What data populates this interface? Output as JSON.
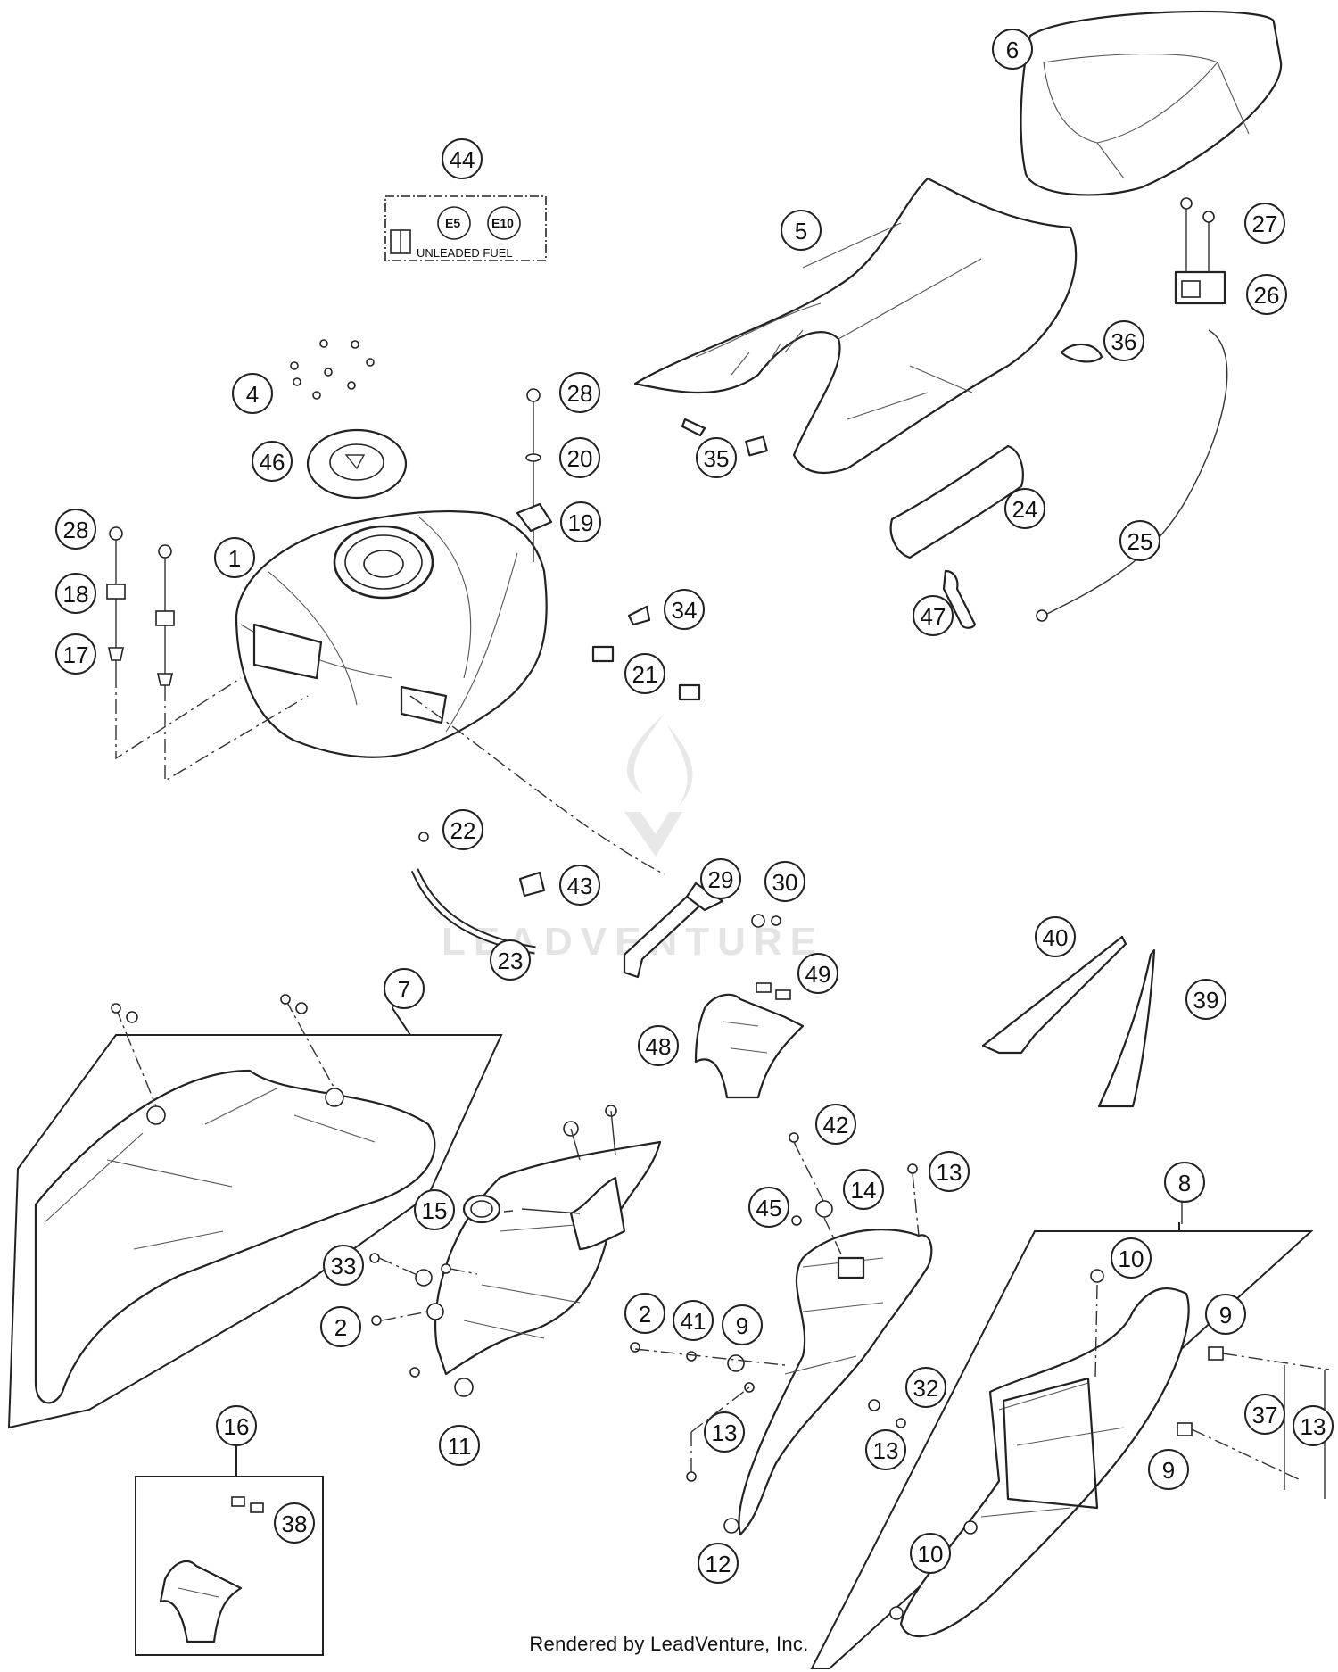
{
  "callouts": [
    "1",
    "2",
    "4",
    "5",
    "6",
    "7",
    "8",
    "9",
    "10",
    "11",
    "12",
    "13",
    "14",
    "15",
    "16",
    "17",
    "18",
    "19",
    "20",
    "21",
    "22",
    "23",
    "24",
    "25",
    "26",
    "27",
    "28",
    "29",
    "30",
    "32",
    "33",
    "34",
    "35",
    "36",
    "37",
    "38",
    "39",
    "40",
    "41",
    "42",
    "43",
    "44",
    "45",
    "46",
    "47",
    "48",
    "49"
  ],
  "fuel_label": {
    "badge_e5": "E5",
    "badge_e10": "E10",
    "text": "UNLEADED FUEL"
  },
  "watermark": {
    "brand": "LEADVENTURE"
  },
  "footer": {
    "rendered_by": "Rendered by LeadVenture, Inc."
  }
}
